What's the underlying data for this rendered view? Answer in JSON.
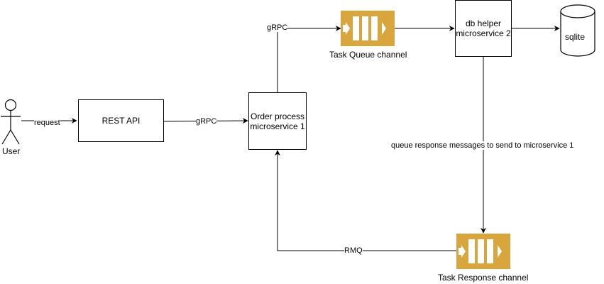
{
  "nodes": {
    "user": "User",
    "rest_api": "REST API",
    "order_process_line1": "Order process",
    "order_process_line2": "microservice 1",
    "db_helper_line1": "db helper",
    "db_helper_line2": "microservice 2",
    "sqlite": "sqlite",
    "task_queue": "Task Queue channel",
    "task_response": "Task Response channel"
  },
  "edges": {
    "user_to_rest": "request",
    "rest_to_order": "gRPC",
    "order_to_queue": "gRPC",
    "db_to_response": "queue response messages to send to microservice 1",
    "response_to_order": "RMQ"
  },
  "colors": {
    "queue_fill": "#D9A53D",
    "queue_dark": "#B88528",
    "line": "#000000"
  },
  "icons": {
    "user": "stick-figure-icon",
    "database": "cylinder-database-icon",
    "queue": "message-queue-icon"
  }
}
